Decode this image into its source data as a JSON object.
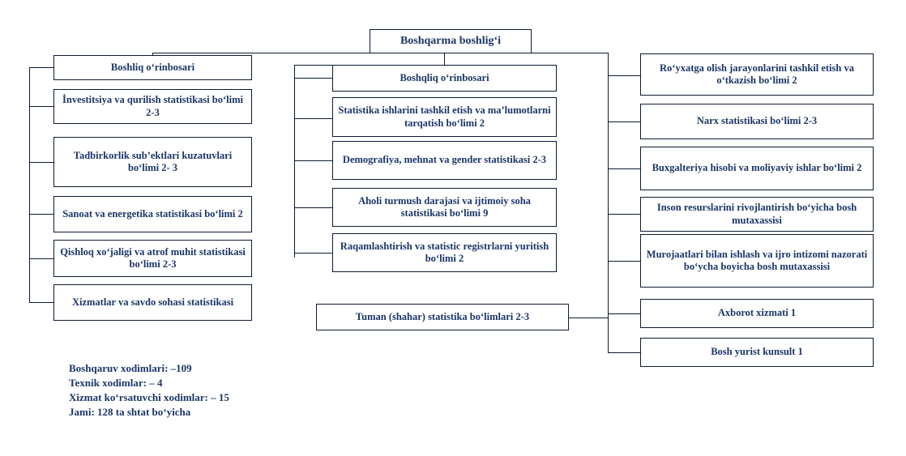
{
  "diagram": {
    "title_box": {
      "label": "Boshqarma boshlig‘i"
    },
    "left_column": {
      "items": [
        {
          "label": "Boshliq o‘rinbosari"
        },
        {
          "label": "İnvestitsiya va qurilish statistikasi bo‘limi 2-3"
        },
        {
          "label": "Tadbirkorlik sub’ektlari kuzatuvlari bo‘limi 2- 3"
        },
        {
          "label": "Sanoat va energetika statistikasi bo‘limi 2"
        },
        {
          "label": "Qishloq xo‘jaligi va atrof muhit statistikasi bo‘limi 2-3"
        },
        {
          "label": "Xizmatlar va savdo sohasi statistikasi"
        }
      ]
    },
    "middle_column": {
      "items": [
        {
          "label": "Boshqliq o‘rinbosari"
        },
        {
          "label": "Statistika ishlarini tashkil etish va ma’lumotlarni tarqatish bo‘limi 2"
        },
        {
          "label": "Demografiya, mehnat va gender statistikasi 2-3"
        },
        {
          "label": "Aholi turmush darajasi va ijtimoiy soha statistikasi bo‘limi 9"
        },
        {
          "label": "Raqamlashtirish va statistic registrlarni yuritish bo‘limi 2"
        }
      ],
      "bottom_box": {
        "label": "Tuman (shahar) statistika bo‘limlari 2-3"
      }
    },
    "right_column": {
      "items": [
        {
          "label": "Ro‘yxatga olish jarayonlarini tashkil etish va o‘tkazish bo‘limi 2"
        },
        {
          "label": "Narx statistikasi bo‘limi 2-3"
        },
        {
          "label": "Buxgalteriya hisobi va moliyaviy ishlar bo‘limi 2"
        },
        {
          "label": "Inson resurslarini rivojlantirish bo‘yicha bosh mutaxassisi"
        },
        {
          "label": "Murojaatlari bilan ishlash va ijro intizomi nazorati bo‘ycha boyicha bosh mutaxassisi"
        },
        {
          "label": "Axborot xizmati 1"
        },
        {
          "label": "Bosh yurist kunsult 1"
        }
      ]
    },
    "legend": {
      "lines": [
        "Boshqaruv xodimlari: –109",
        "Texnik xodimlar: – 4",
        "Xizmat ko‘rsatuvchi xodimlar: – 15",
        "Jami: 128 ta shtat bo‘yicha"
      ]
    },
    "colors": {
      "text": "#1b3569",
      "border": "#0d1a33",
      "background": "#ffffff"
    }
  }
}
